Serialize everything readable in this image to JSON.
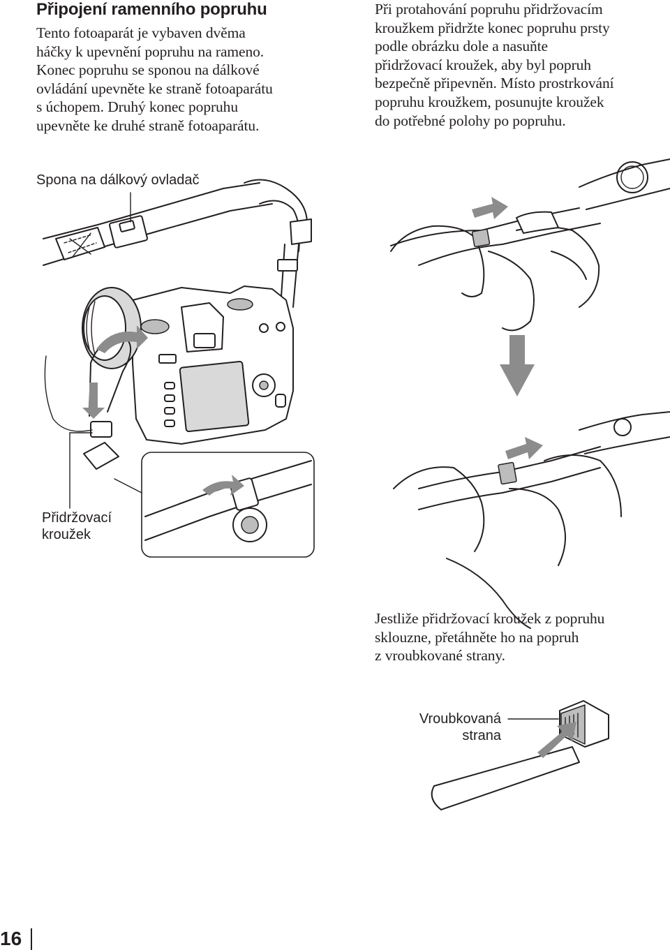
{
  "section": {
    "title": "Připojení ramenního popruhu"
  },
  "left_paragraph": {
    "lines": [
      "Tento fotoaparát je vybaven dvěma",
      "háčky k upevnění popruhu na rameno.",
      "Konec popruhu se sponou na dálkové",
      "ovládání upevněte ke straně fotoaparátu",
      "s úchopem. Druhý konec popruhu",
      "upevněte ke druhé straně fotoaparátu."
    ]
  },
  "right_paragraph": {
    "lines": [
      "Při protahování popruhu přidržovacím",
      "kroužkem přidržte konec popruhu prsty",
      "podle obrázku dole a nasuňte",
      "přidržovací kroužek, aby byl popruh",
      "bezpečně připevněn. Místo prostrkování",
      "popruhu kroužkem, posunujte kroužek",
      "do potřebné polohy po popruhu."
    ]
  },
  "labels": {
    "remote_clip": "Spona na dálkový ovladač",
    "retaining_ring_line1": "Přidržovací",
    "retaining_ring_line2": "kroužek",
    "knurled_side_line1": "Vroubkovaná",
    "knurled_side_line2": "strana"
  },
  "note_paragraph": {
    "lines": [
      "Jestliže přidržovací kroužek z popruhu",
      "sklouzne, přetáhněte ho na popruh",
      "z vroubkované strany."
    ]
  },
  "page": {
    "number": "16"
  }
}
